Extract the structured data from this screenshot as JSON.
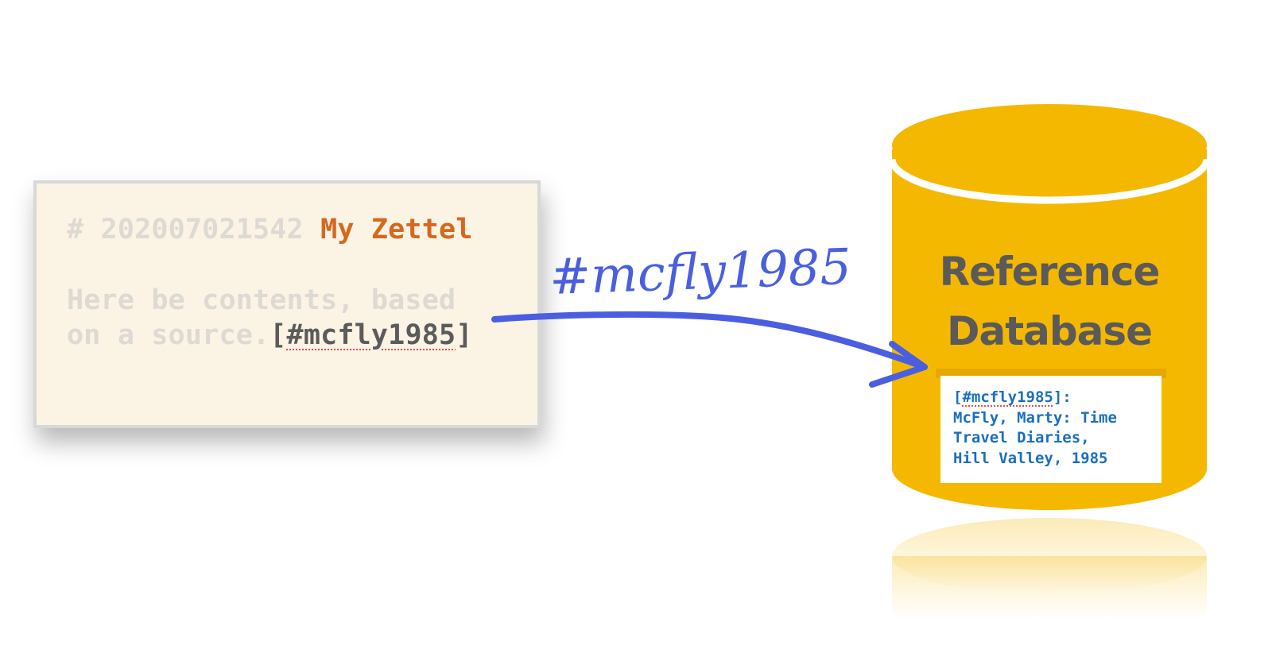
{
  "note": {
    "heading_prefix": "# 202007021542 ",
    "heading_title": "My Zettel",
    "body_line_1": "Here be contents, based",
    "body_line_2_text": "on a source.",
    "ref_open": "[",
    "ref_id": "#mcfly1985",
    "ref_close": "]"
  },
  "annotation": {
    "handwritten_label": "#mcfly1985"
  },
  "database": {
    "label_line_1": "Reference",
    "label_line_2": "Database",
    "entry": {
      "ref_open": "[",
      "ref_id": "#mcfly1985",
      "ref_close": "]:",
      "line_2": "McFly, Marty: Time",
      "line_3": "Travel Diaries,",
      "line_4": "Hill Valley, 1985"
    }
  },
  "colors": {
    "card_background": "#fbf3e4",
    "faded_text": "#dcdad3",
    "title_accent": "#d4681e",
    "cylinder": "#f5b800",
    "arrow": "#4a5fe0",
    "entry_text": "#1a6fc0"
  }
}
